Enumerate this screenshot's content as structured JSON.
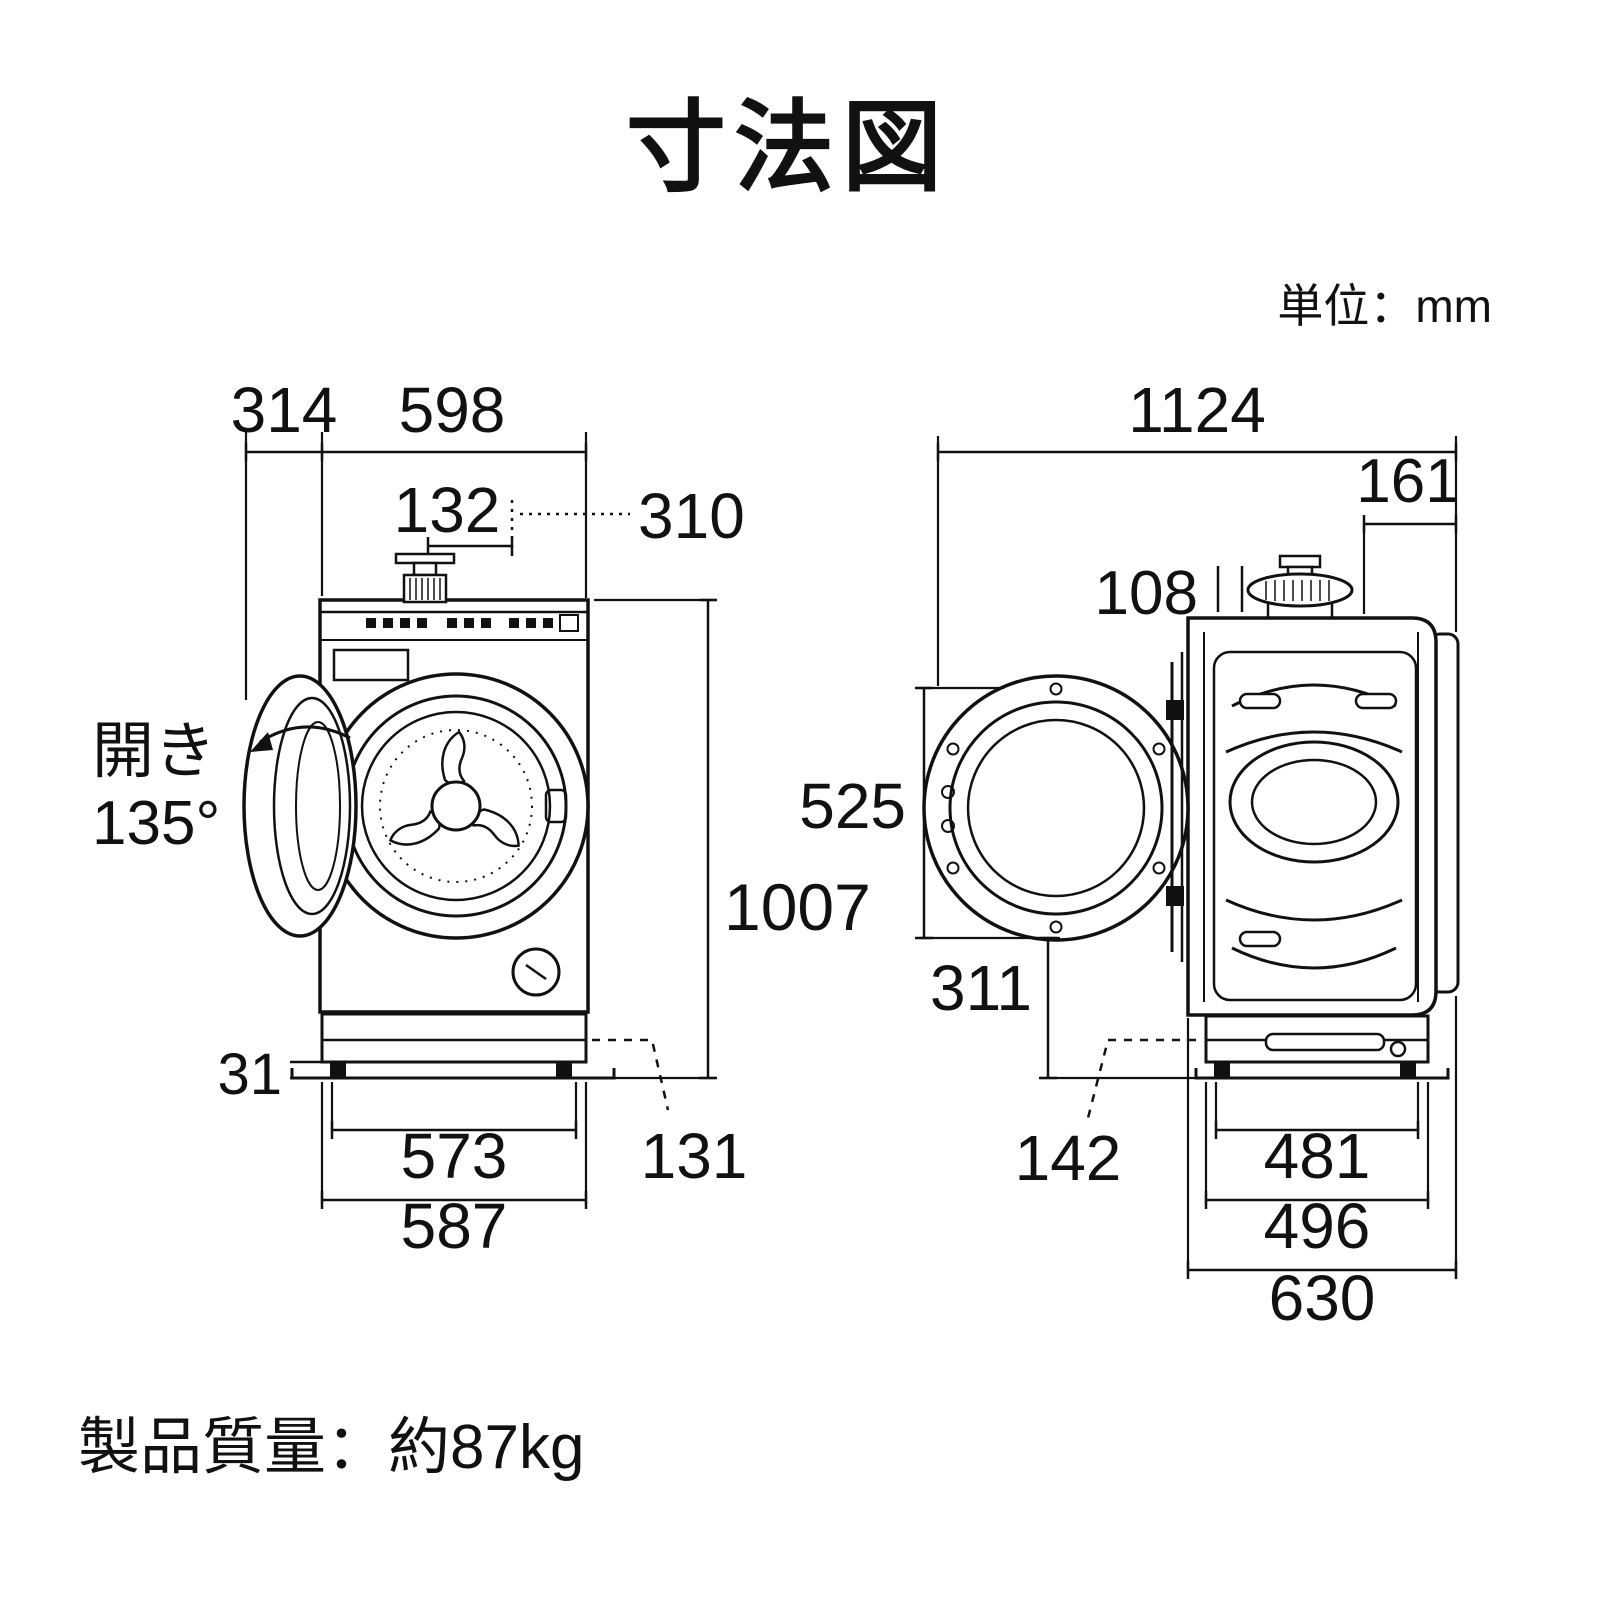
{
  "header": {
    "title": "寸法図",
    "unit_label": "単位：mm"
  },
  "footer": {
    "weight_note": "製品質量：約87kg"
  },
  "front_view": {
    "door_open_label": {
      "line1": "開き",
      "line2": "135°"
    },
    "dims": {
      "d314": "314",
      "d598": "598",
      "d132": "132",
      "d310": "310",
      "d1007": "1007",
      "d31": "31",
      "d573": "573",
      "d587": "587",
      "d131": "131"
    }
  },
  "side_view": {
    "dims": {
      "d1124": "1124",
      "d161": "161",
      "d108": "108",
      "d525": "525",
      "d311": "311",
      "d142": "142",
      "d481": "481",
      "d496": "496",
      "d630": "630"
    }
  }
}
